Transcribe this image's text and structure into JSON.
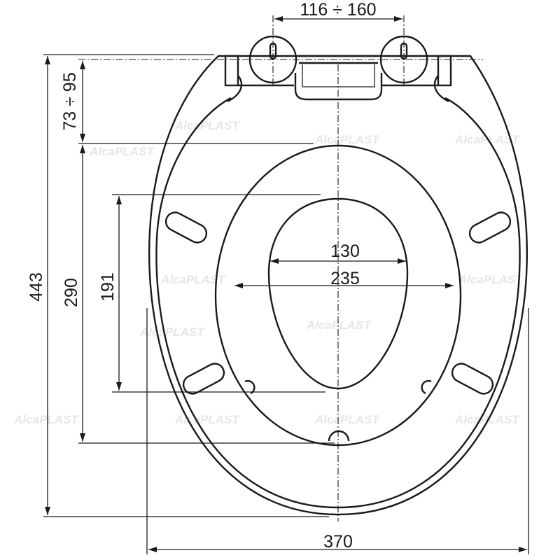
{
  "diagram": {
    "title": "Toilet seat dimensional drawing",
    "watermark": "AlcaPLAST",
    "dimensions": {
      "hinge_spacing": "116 ÷ 160",
      "hinge_depth": "73 ÷ 95",
      "total_length": "443",
      "seat_length": "290",
      "inner_length": "191",
      "inner_width": "130",
      "ring_width": "235",
      "total_width": "370"
    },
    "line_color": "#1a1a1a"
  }
}
